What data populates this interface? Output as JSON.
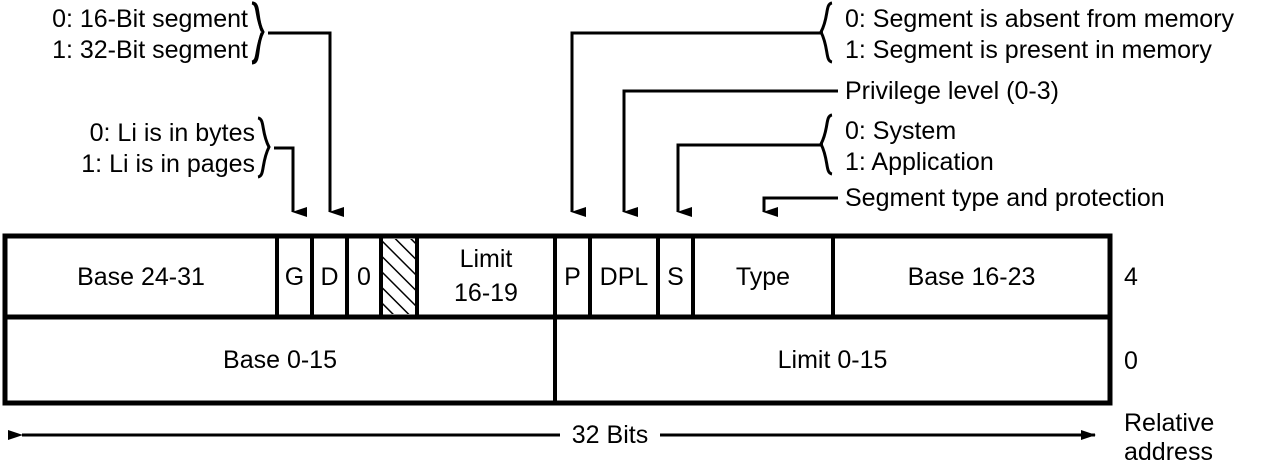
{
  "diagram": {
    "title": "Intel x86 segment descriptor layout",
    "ink_color": "#000000",
    "paper_color": "#ffffff"
  },
  "annotations": {
    "left": [
      {
        "name": "d-bit-note",
        "lines": [
          "0: 16-Bit segment",
          "1: 32-Bit segment"
        ],
        "target": "D"
      },
      {
        "name": "g-bit-note",
        "lines": [
          "0: Li is in bytes",
          "1: Li is in pages"
        ],
        "target": "G"
      }
    ],
    "right": [
      {
        "name": "p-bit-note",
        "lines": [
          "0: Segment is absent from memory",
          "1: Segment is present in memory"
        ],
        "target": "P"
      },
      {
        "name": "dpl-note",
        "lines": [
          "Privilege level (0-3)"
        ],
        "target": "DPL"
      },
      {
        "name": "s-bit-note",
        "lines": [
          "0: System",
          "1: Application"
        ],
        "target": "S"
      },
      {
        "name": "type-note",
        "lines": [
          "Segment type and protection"
        ],
        "target": "Type"
      }
    ]
  },
  "table": {
    "rows": [
      {
        "offset": "4",
        "cells": [
          {
            "label": "Base 24-31",
            "hatched": false
          },
          {
            "label": "G",
            "hatched": false
          },
          {
            "label": "D",
            "hatched": false
          },
          {
            "label": "0",
            "hatched": false
          },
          {
            "label": "",
            "hatched": true
          },
          {
            "label": "Limit\n16-19",
            "hatched": false
          },
          {
            "label": "P",
            "hatched": false
          },
          {
            "label": "DPL",
            "hatched": false
          },
          {
            "label": "S",
            "hatched": false
          },
          {
            "label": "Type",
            "hatched": false
          },
          {
            "label": "Base 16-23",
            "hatched": false
          }
        ]
      },
      {
        "offset": "0",
        "cells": [
          {
            "label": "Base 0-15",
            "hatched": false
          },
          {
            "label": "Limit 0-15",
            "hatched": false
          }
        ]
      }
    ]
  },
  "footer": {
    "width_label": "32 Bits",
    "offset_axis_label": [
      "Relative",
      "address"
    ]
  },
  "cell_text": {
    "base_24_31": "Base 24-31",
    "g": "G",
    "d": "D",
    "zero": "0",
    "limit_16_19_l1": "Limit",
    "limit_16_19_l2": "16-19",
    "p": "P",
    "dpl": "DPL",
    "s": "S",
    "type": "Type",
    "base_16_23": "Base 16-23",
    "base_0_15": "Base 0-15",
    "limit_0_15": "Limit 0-15",
    "offset_4": "4",
    "offset_0": "0"
  },
  "note_text": {
    "d0": "0: 16-Bit segment",
    "d1": "1: 32-Bit segment",
    "g0": "0: Li is in bytes",
    "g1": "1: Li is in pages",
    "p0": "0: Segment is absent from memory",
    "p1": "1: Segment is present in memory",
    "dpl": "Privilege level (0-3)",
    "s0": "0: System",
    "s1": "1: Application",
    "type": "Segment type and protection",
    "bits": "32 Bits",
    "rel": "Relative",
    "addr": "address"
  }
}
